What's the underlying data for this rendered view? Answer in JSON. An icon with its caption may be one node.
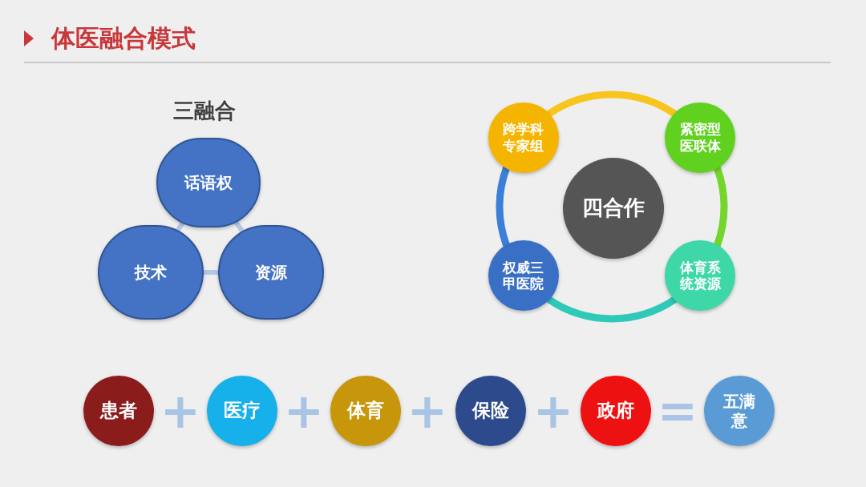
{
  "diagram": {
    "title": "体医融合模式",
    "nodes": [
      {
        "text": [
          "话语权"
        ]
      },
      {
        "text": [
          "技术"
        ]
      },
      {
        "text": [
          "资源"
        ]
      },
      {
        "text": [
          "跨学科专家组"
        ]
      },
      {
        "text": [
          "紧密型医联体"
        ]
      },
      {
        "text": [
          "四合作"
        ]
      },
      {
        "text": [
          "权威三甲医院"
        ]
      },
      {
        "text": [
          "体育系统资源"
        ]
      },
      {
        "text": [
          "患者"
        ]
      },
      {
        "text": [
          "医疗"
        ]
      },
      {
        "text": [
          "体育"
        ]
      },
      {
        "text": [
          "保险"
        ]
      },
      {
        "text": [
          "政府"
        ]
      },
      {
        "text": [
          "五满意"
        ]
      }
    ],
    "edges": [
      {
        "from": 0,
        "to": 1,
        "arrow": "none",
        "color": "#b4c7e7"
      },
      {
        "from": 0,
        "to": 2,
        "arrow": "none",
        "color": "#b4c7e7"
      },
      {
        "from": 1,
        "to": 2,
        "arrow": "none",
        "color": "#b4c7e7"
      },
      {
        "from": 3,
        "to": 4,
        "arrow": "none",
        "color": "#f7c51e"
      },
      {
        "from": 4,
        "to": 7,
        "arrow": "none",
        "color": "#74d62c"
      },
      {
        "from": 7,
        "to": 6,
        "arrow": "none",
        "color": "#2fc9b8"
      },
      {
        "from": 6,
        "to": 3,
        "arrow": "none",
        "color": "#3c7fd8"
      }
    ],
    "labels": [
      "三融合",
      "+",
      "+",
      "+",
      "+",
      "="
    ]
  }
}
